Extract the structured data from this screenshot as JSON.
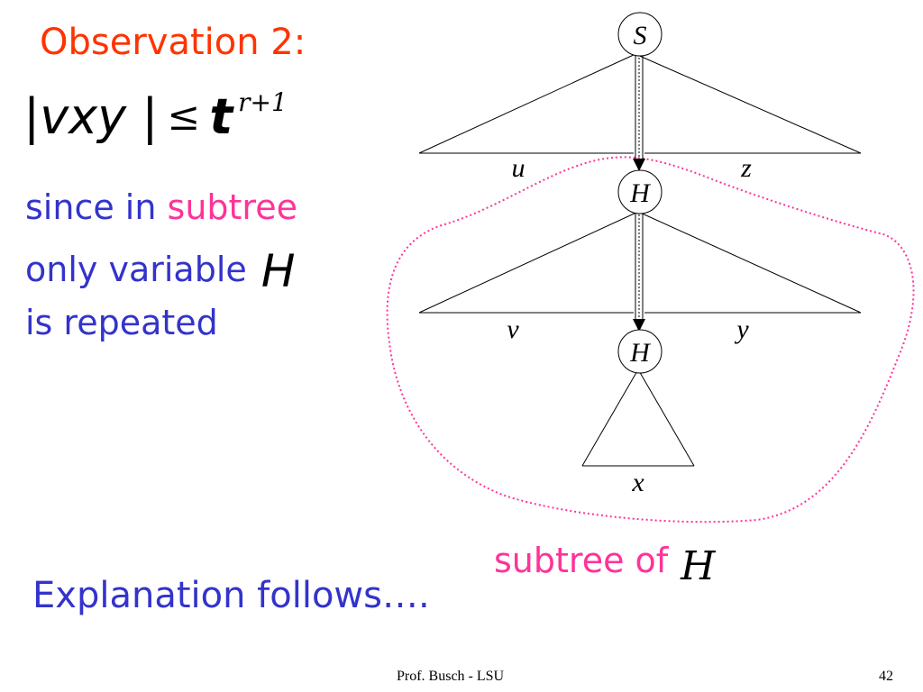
{
  "slide": {
    "heading": "Observation 2:",
    "formula": {
      "lhs": "|vxy |",
      "relation": "≤",
      "base": "t",
      "exponent": "r+1"
    },
    "explanation_lines": [
      {
        "text": "since in ",
        "highlight": "subtree"
      },
      {
        "text": "only variable ",
        "symbol": "H"
      },
      {
        "text": "is repeated"
      }
    ],
    "explanation_follows": "Explanation follows….",
    "caption": {
      "text": "subtree of",
      "symbol": "H"
    },
    "footer": {
      "author": "Prof. Busch - LSU",
      "page_number": "42"
    }
  },
  "diagram": {
    "nodes": {
      "root": "S",
      "middle": "H",
      "lower": "H"
    },
    "segment_labels": {
      "u": "u",
      "z": "z",
      "v": "v",
      "y": "y",
      "x": "x"
    }
  },
  "colors": {
    "heading": "#ff3300",
    "body_text": "#3333cc",
    "highlight": "#ff3399",
    "dotted_outline": "#ff3399"
  }
}
